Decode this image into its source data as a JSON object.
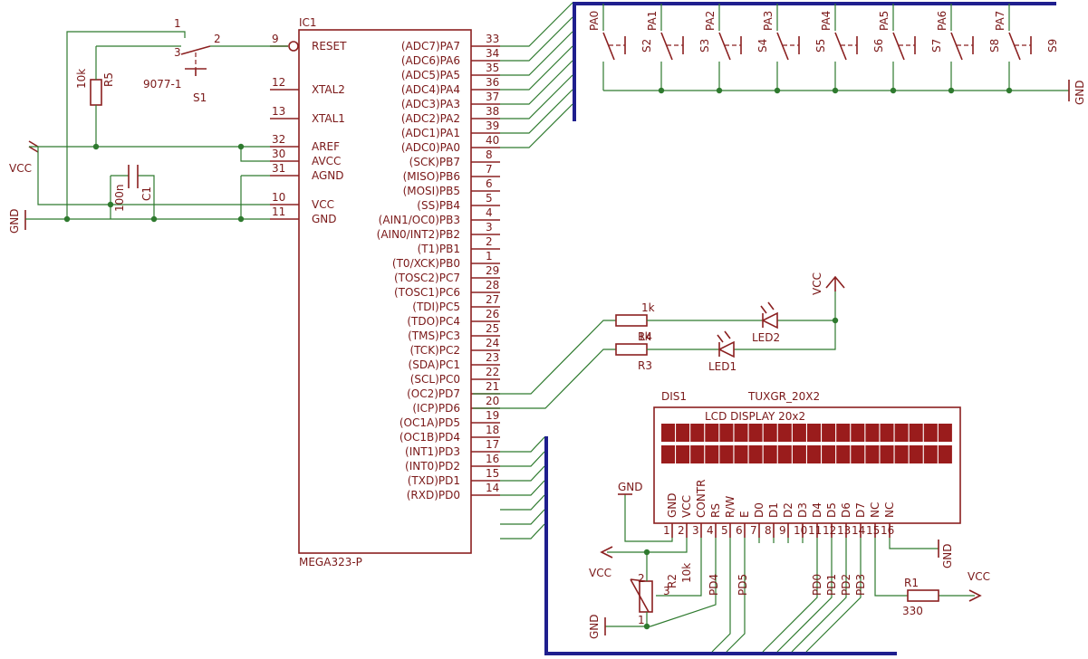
{
  "ic": {
    "name": "IC1",
    "part": "MEGA323-P",
    "left_pins": [
      {
        "num": "9",
        "label": "RESET"
      },
      {
        "num": "12",
        "label": "XTAL2"
      },
      {
        "num": "13",
        "label": "XTAL1"
      },
      {
        "num": "32",
        "label": "AREF"
      },
      {
        "num": "30",
        "label": "AVCC"
      },
      {
        "num": "31",
        "label": "AGND"
      },
      {
        "num": "10",
        "label": "VCC"
      },
      {
        "num": "11",
        "label": "GND"
      }
    ],
    "right_pins": [
      {
        "num": "33",
        "label": "(ADC7)PA7"
      },
      {
        "num": "34",
        "label": "(ADC6)PA6"
      },
      {
        "num": "35",
        "label": "(ADC5)PA5"
      },
      {
        "num": "36",
        "label": "(ADC4)PA4"
      },
      {
        "num": "37",
        "label": "(ADC3)PA3"
      },
      {
        "num": "38",
        "label": "(ADC2)PA2"
      },
      {
        "num": "39",
        "label": "(ADC1)PA1"
      },
      {
        "num": "40",
        "label": "(ADC0)PA0"
      },
      {
        "num": "8",
        "label": "(SCK)PB7"
      },
      {
        "num": "7",
        "label": "(MISO)PB6"
      },
      {
        "num": "6",
        "label": "(MOSI)PB5"
      },
      {
        "num": "5",
        "label": "(SS)PB4"
      },
      {
        "num": "4",
        "label": "(AIN1/OC0)PB3"
      },
      {
        "num": "3",
        "label": "(AIN0/INT2)PB2"
      },
      {
        "num": "2",
        "label": "(T1)PB1"
      },
      {
        "num": "1",
        "label": "(T0/XCK)PB0"
      },
      {
        "num": "29",
        "label": "(TOSC2)PC7"
      },
      {
        "num": "28",
        "label": "(TOSC1)PC6"
      },
      {
        "num": "27",
        "label": "(TDI)PC5"
      },
      {
        "num": "26",
        "label": "(TDO)PC4"
      },
      {
        "num": "25",
        "label": "(TMS)PC3"
      },
      {
        "num": "24",
        "label": "(TCK)PC2"
      },
      {
        "num": "23",
        "label": "(SDA)PC1"
      },
      {
        "num": "22",
        "label": "(SCL)PC0"
      },
      {
        "num": "21",
        "label": "(OC2)PD7"
      },
      {
        "num": "20",
        "label": "(ICP)PD6"
      },
      {
        "num": "19",
        "label": "(OC1A)PD5"
      },
      {
        "num": "18",
        "label": "(OC1B)PD4"
      },
      {
        "num": "17",
        "label": "(INT1)PD3"
      },
      {
        "num": "16",
        "label": "(INT0)PD2"
      },
      {
        "num": "15",
        "label": "(TXD)PD1"
      },
      {
        "num": "14",
        "label": "(RXD)PD0"
      }
    ]
  },
  "switch_s1": {
    "name": "S1",
    "part": "9077-1",
    "pin1": "1",
    "pin2": "2",
    "pin3": "3"
  },
  "r5": {
    "name": "R5",
    "value": "10k"
  },
  "c1": {
    "name": "C1",
    "value": "100n"
  },
  "power": {
    "vcc": "VCC",
    "gnd": "GND"
  },
  "keys": {
    "nets": [
      "PA0",
      "PA1",
      "PA2",
      "PA3",
      "PA4",
      "PA5",
      "PA6",
      "PA7"
    ],
    "names": [
      "S2",
      "S3",
      "S4",
      "S5",
      "S6",
      "S7",
      "S8",
      "S9"
    ]
  },
  "leds": {
    "r4_name": "R4",
    "r4_value": "1k",
    "r3_name": "R3",
    "r3_value": "1k",
    "led1": "LED1",
    "led2": "LED2"
  },
  "display": {
    "name": "DIS1",
    "part": "TUXGR_20X2",
    "title": "LCD DISPLAY 20x2",
    "pins": [
      {
        "num": "1",
        "label": "GND"
      },
      {
        "num": "2",
        "label": "VCC"
      },
      {
        "num": "3",
        "label": "CONTR"
      },
      {
        "num": "4",
        "label": "RS"
      },
      {
        "num": "5",
        "label": "R/W"
      },
      {
        "num": "6",
        "label": "E"
      },
      {
        "num": "7",
        "label": "D0"
      },
      {
        "num": "8",
        "label": "D1"
      },
      {
        "num": "9",
        "label": "D2"
      },
      {
        "num": "10",
        "label": "D3"
      },
      {
        "num": "11",
        "label": "D4"
      },
      {
        "num": "12",
        "label": "D5"
      },
      {
        "num": "13",
        "label": "D6"
      },
      {
        "num": "14",
        "label": "D7"
      },
      {
        "num": "15",
        "label": "NC"
      },
      {
        "num": "16",
        "label": "NC"
      }
    ],
    "bus_nets": [
      "PD4",
      "PD5",
      "PD0",
      "PD1",
      "PD2",
      "PD3"
    ]
  },
  "r2": {
    "name": "R2",
    "value": "10k",
    "pin1": "1",
    "pin2": "2",
    "pin3": "3"
  },
  "r1": {
    "name": "R1",
    "value": "330"
  },
  "colors": {
    "symbol": "#8b2020",
    "net": "#2e7a2e",
    "bus": "#1f1f8e",
    "text": "#7a1818"
  }
}
